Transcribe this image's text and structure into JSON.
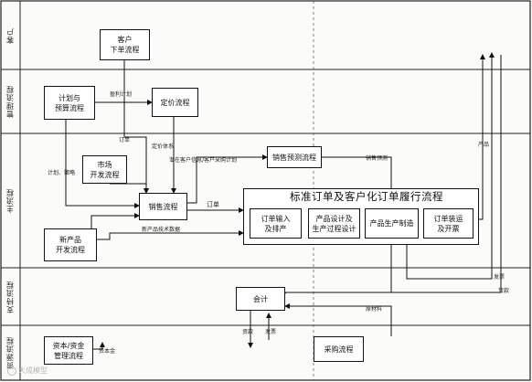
{
  "lanes": [
    {
      "id": "customer",
      "label": "客户"
    },
    {
      "id": "management",
      "label": "管理流程"
    },
    {
      "id": "main",
      "label": "主流程"
    },
    {
      "id": "support",
      "label": "支持流程"
    },
    {
      "id": "resource",
      "label": "资源流程"
    }
  ],
  "boxes": {
    "customer_order": "客户\n下单流程",
    "plan_budget": "计划与\n预算流程",
    "pricing": "定价流程",
    "market_dev": "市场\n开发流程",
    "sales": "销售流程",
    "sales_forecast": "销售预测流程",
    "new_product_dev": "新产品\n开发流程",
    "order_entry": "订单输入\n及排产",
    "product_design": "产品设计及\n生产过程设计",
    "production": "产品生产制造",
    "order_shipping": "订单装运\n及开票",
    "accounting": "会计",
    "capital_mgmt": "资本/资金\n管理流程",
    "procurement": "采购流程"
  },
  "fulfillment_title": "标准订单及客户化订单履行流程",
  "edge_labels": {
    "profit_plan": "盈利计划",
    "order_top": "订单",
    "pricing_system": "定价体系",
    "plan_strategy": "计划、策略",
    "customer_info": "潜在客户信息/客户采购计划",
    "sales_forecast_out": "销售预测",
    "order_main": "订单",
    "new_product_tech": "新产品技术数据",
    "product_out": "产品",
    "invoice": "发票",
    "payment": "货款",
    "raw_material": "原材料",
    "capital": "资本金",
    "funds_in": "资款",
    "funds_out": "发票"
  },
  "watermark": "大成模型"
}
